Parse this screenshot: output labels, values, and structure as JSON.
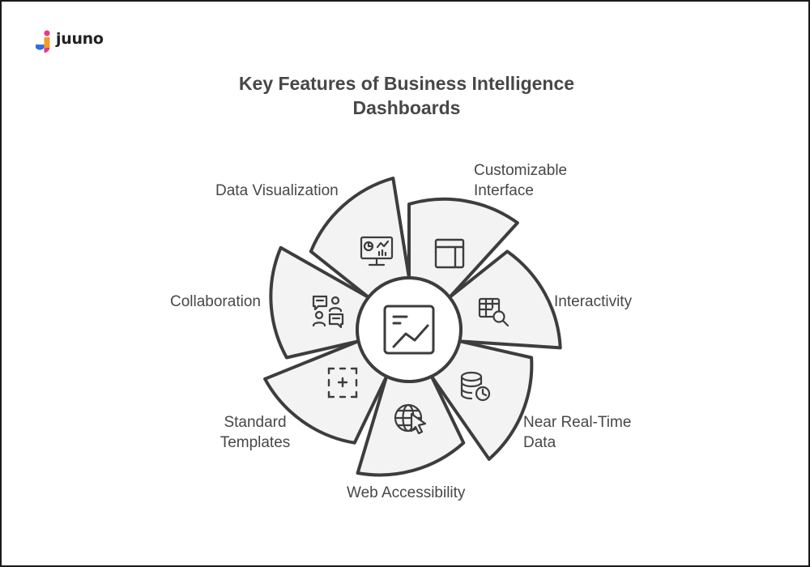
{
  "brand": {
    "name": "juuno"
  },
  "title": {
    "line1": "Key Features of Business Intelligence",
    "line2": "Dashboards"
  },
  "features": {
    "data_visualization": "Data Visualization",
    "customizable_interface": {
      "line1": "Customizable",
      "line2": "Interface"
    },
    "interactivity": "Interactivity",
    "near_real_time": {
      "line1": "Near Real-Time",
      "line2": "Data"
    },
    "web_accessibility": "Web Accessibility",
    "standard_templates": {
      "line1": "Standard",
      "line2": "Templates"
    },
    "collaboration": "Collaboration"
  },
  "icons": {
    "center": "line-chart-icon",
    "data_visualization": "monitor-chart-icon",
    "customizable_interface": "layout-panel-icon",
    "interactivity": "table-search-icon",
    "near_real_time": "database-clock-icon",
    "web_accessibility": "globe-cursor-icon",
    "standard_templates": "template-grid-icon",
    "collaboration": "chat-people-icon"
  },
  "colors": {
    "stroke": "#3d3d3d",
    "text": "#474747",
    "fill": "#f3f3f3",
    "brand_blue": "#2f6fe0",
    "brand_orange": "#f59a23",
    "brand_pink": "#e8388a"
  }
}
